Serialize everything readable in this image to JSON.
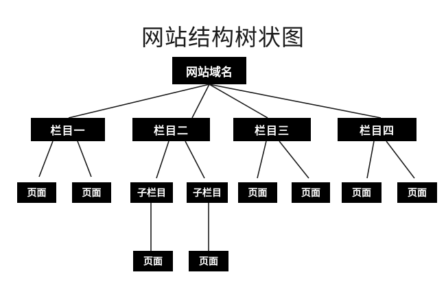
{
  "title": "网站结构树状图",
  "root": "网站域名",
  "sections": [
    {
      "label": "栏目一",
      "children": [
        {
          "label": "页面"
        },
        {
          "label": "页面"
        }
      ]
    },
    {
      "label": "栏目二",
      "children": [
        {
          "label": "子栏目",
          "children": [
            {
              "label": "页面"
            }
          ]
        },
        {
          "label": "子栏目",
          "children": [
            {
              "label": "页面"
            }
          ]
        }
      ]
    },
    {
      "label": "栏目三",
      "children": [
        {
          "label": "页面"
        },
        {
          "label": "页面"
        }
      ]
    },
    {
      "label": "栏目四",
      "children": [
        {
          "label": "页面"
        },
        {
          "label": "页面"
        }
      ]
    }
  ]
}
